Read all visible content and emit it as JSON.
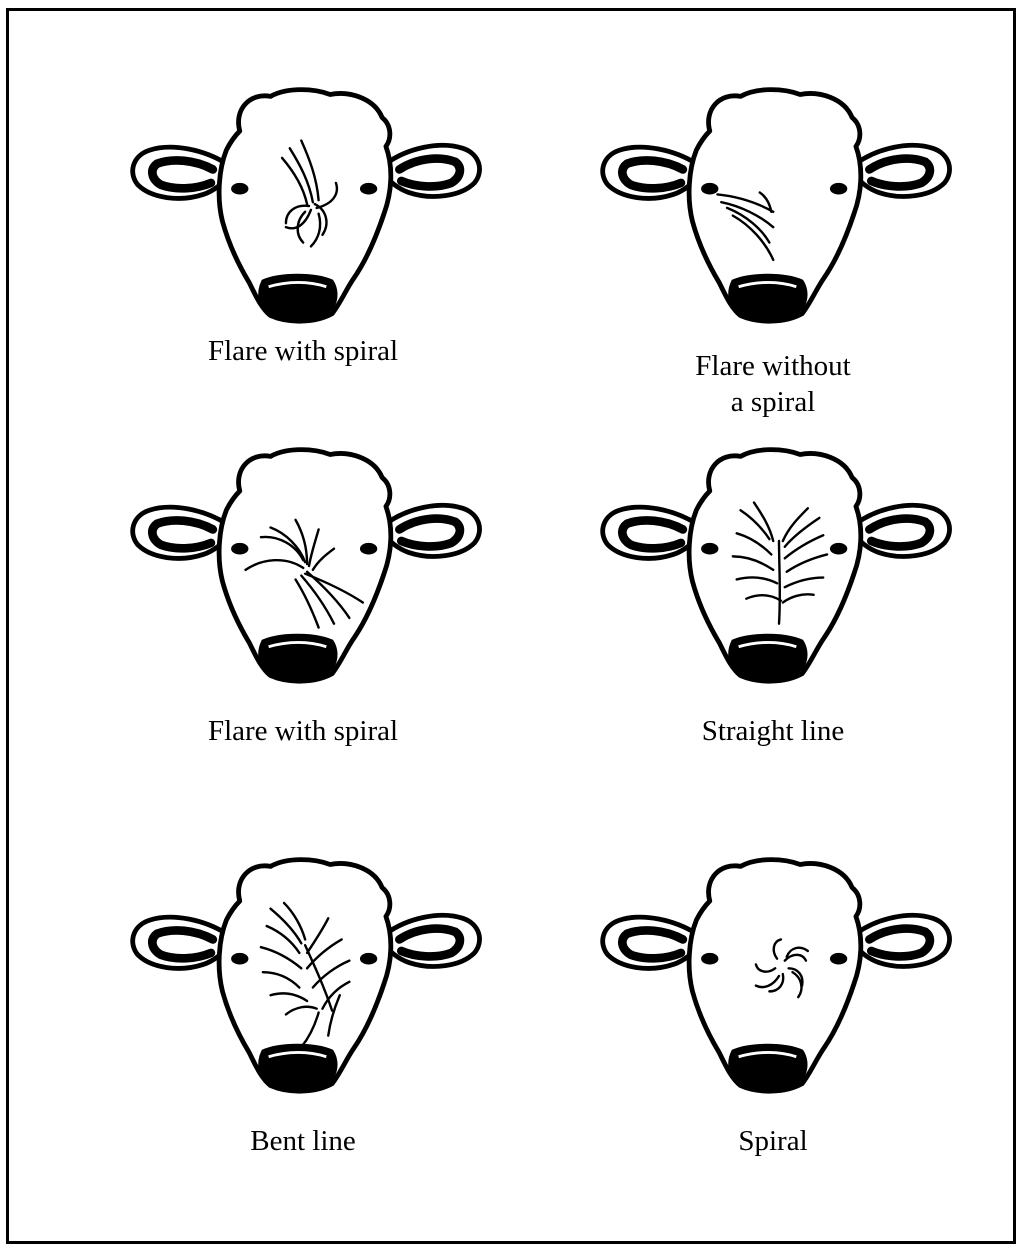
{
  "panels": [
    {
      "id": "flare-with-spiral-1",
      "caption": [
        "Flare with spiral"
      ],
      "pattern": "flare-spiral-a"
    },
    {
      "id": "flare-without-spiral",
      "caption": [
        "Flare without",
        "a spiral"
      ],
      "pattern": "flare-no-spiral"
    },
    {
      "id": "flare-with-spiral-2",
      "caption": [
        "Flare with spiral"
      ],
      "pattern": "flare-spiral-b"
    },
    {
      "id": "straight-line",
      "caption": [
        "Straight line"
      ],
      "pattern": "straight-line"
    },
    {
      "id": "bent-line",
      "caption": [
        "Bent line"
      ],
      "pattern": "bent-line"
    },
    {
      "id": "spiral",
      "caption": [
        "Spiral"
      ],
      "pattern": "spiral"
    }
  ],
  "colors": {
    "ink": "#000000",
    "paper": "#ffffff"
  }
}
